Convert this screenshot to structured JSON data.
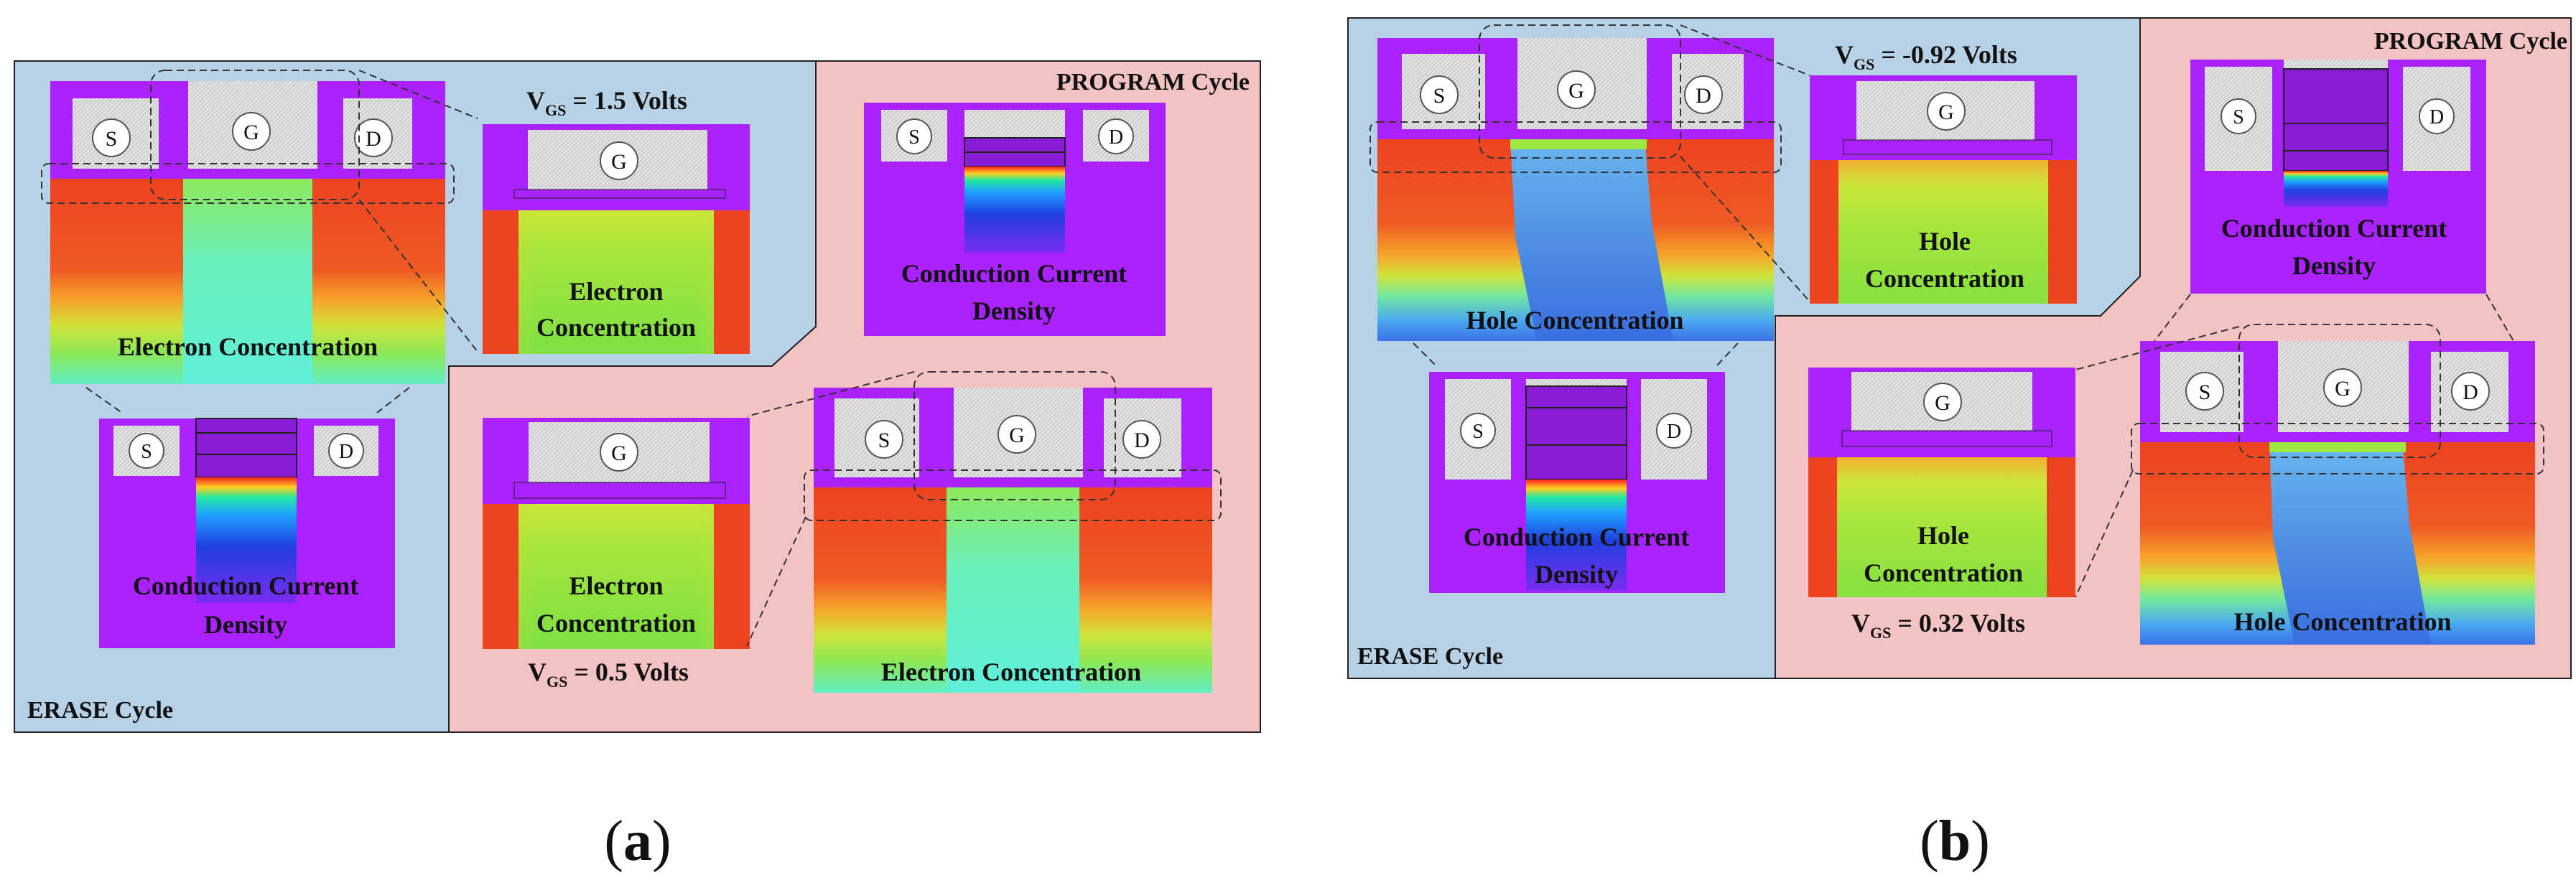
{
  "panel_a": {
    "caption_open": "(",
    "caption_letter": "a",
    "caption_close": ")",
    "erase_label": "ERASE Cycle",
    "program_label": "PROGRAM Cycle",
    "vgs_sym": "V",
    "vgs_sub": "GS",
    "vgs_erase_value": " = 1.5 Volts",
    "vgs_program_value": " = 0.5 Volts",
    "electron_conc_big": "Electron Concentration",
    "electron_conc_line1": "Electron",
    "electron_conc_line2": "Concentration",
    "ccd_line1": "Conduction Current",
    "ccd_line2": "Density",
    "source": "S",
    "gate": "G",
    "drain": "D"
  },
  "panel_b": {
    "caption_open": "(",
    "caption_letter": "b",
    "caption_close": ")",
    "erase_label": "ERASE Cycle",
    "program_label": "PROGRAM Cycle",
    "vgs_sym": "V",
    "vgs_sub": "GS",
    "vgs_erase_value": " = -0.92 Volts",
    "vgs_program_value": " = 0.32 Volts",
    "hole_conc_big": "Hole Concentration",
    "hole_conc_line1": "Hole",
    "hole_conc_line2": "Concentration",
    "ccd_line1": "Conduction Current",
    "ccd_line2": "Density",
    "source": "S",
    "gate": "G",
    "drain": "D"
  },
  "colors": {
    "erase_bg": "#b7d2e6",
    "program_bg": "#f3c3c3",
    "oxide": "#a922ff",
    "contact": "#e2e2e2",
    "red": "#ec4421",
    "green": "#a5e63c",
    "cyan": "#61f0d8",
    "blue": "#2a58f0",
    "hole_blue": "#5d9ae8"
  }
}
